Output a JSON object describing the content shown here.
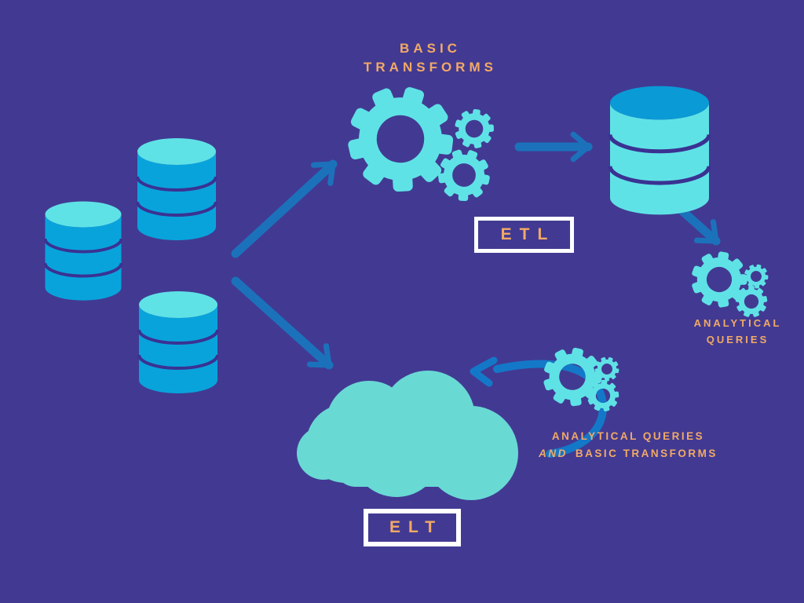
{
  "diagram": {
    "title_implied": "ETL vs ELT data pipeline diagram",
    "colors": {
      "background": "#423a92",
      "db_blue": "#09a3dc",
      "db_top_blue": "#0a9ad6",
      "cyan": "#5fe2e6",
      "cloud_teal": "#69d9d4",
      "arrow_blue": "#1b72bb",
      "curved_arrow_blue": "#1478c8",
      "label_orange": "#f2a966",
      "box_border_white": "#ffffff",
      "db_separator": "#3a3292"
    },
    "labels": {
      "basic_transforms": {
        "line1": "BASIC",
        "line2": "TRANSFORMS"
      },
      "etl_box": "ETL",
      "elt_box": "ELT",
      "analytical_queries": {
        "line1": "ANALYTICAL",
        "line2": "QUERIES"
      },
      "elt_caption": {
        "line1": "ANALYTICAL QUERIES",
        "line2_and": "AND",
        "line2_rest": "BASIC TRANSFORMS"
      }
    },
    "icons": {
      "source_databases": "database-cylinder-icon x3",
      "etl_transform_gears": "gears-icon",
      "warehouse_database": "database-cylinder-icon",
      "analytical_query_gears": "gears-icon",
      "cloud_warehouse": "cloud-icon",
      "elt_gears": "gears-icon",
      "flow_arrows": "straight-arrow x4, curved-arrow x1"
    }
  }
}
